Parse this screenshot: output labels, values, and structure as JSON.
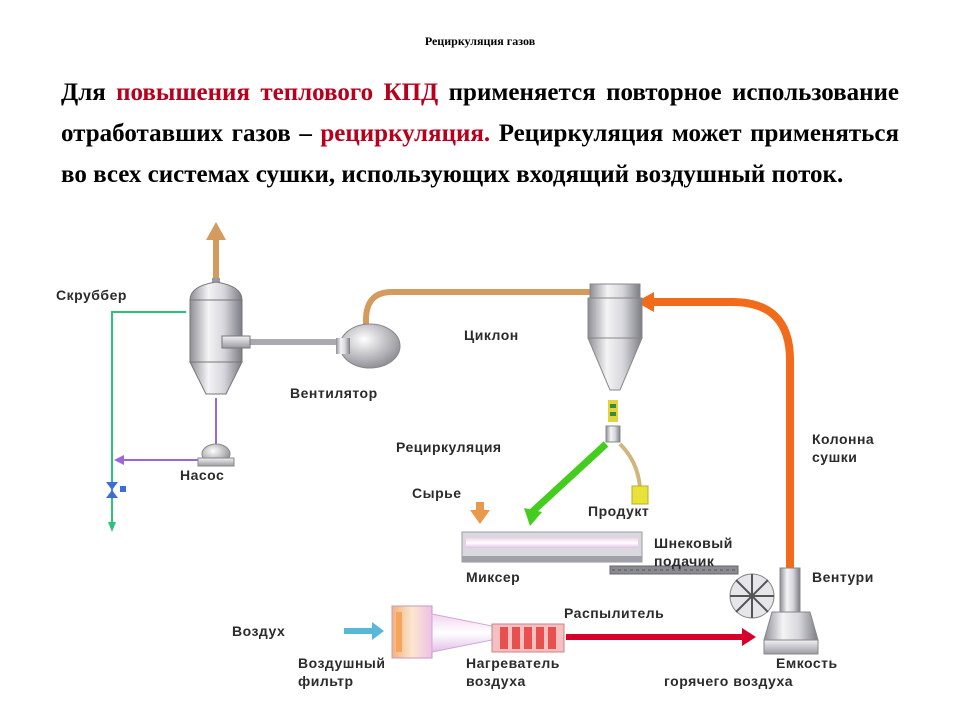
{
  "title": "Рециркуляция газов",
  "intro": {
    "t1": "Для ",
    "t2": "повышения теплового КПД",
    "t3": " применяется повторное использование отработавших газов – ",
    "t4": "рециркуляция.",
    "t5": " Рециркуляция может применяться во всех системах сушки, использующих входящий воздушный поток."
  },
  "diagram": {
    "labels": {
      "scrubber": "Скруббер",
      "fan": "Вентилятор",
      "pump": "Насос",
      "cyclone": "Циклон",
      "recirculation": "Рециркуляция",
      "raw": "Сырье",
      "product": "Продукт",
      "column_1": "Колонна",
      "column_2": "сушки",
      "screw_1": "Шнековый",
      "screw_2": "подачик",
      "mixer": "Миксер",
      "venturi": "Вентури",
      "sprayer": "Распылитель",
      "air": "Воздух",
      "filter_1": "Воздушный",
      "filter_2": "фильтр",
      "heater_1": "Нагреватель",
      "heater_2": "воздуха",
      "tank_1": "Емкость",
      "tank_2": "горячего воздуха"
    },
    "colors": {
      "gas_line": "#d59a5e",
      "hot_line": "#f26b1b",
      "recirc_line": "#44cc1e",
      "water_line": "#2dc27a",
      "pump_line": "#9a66e0",
      "air_in": "#58b8d8",
      "heater_out": "#d6002a",
      "product_line": "#e4d23a"
    }
  }
}
